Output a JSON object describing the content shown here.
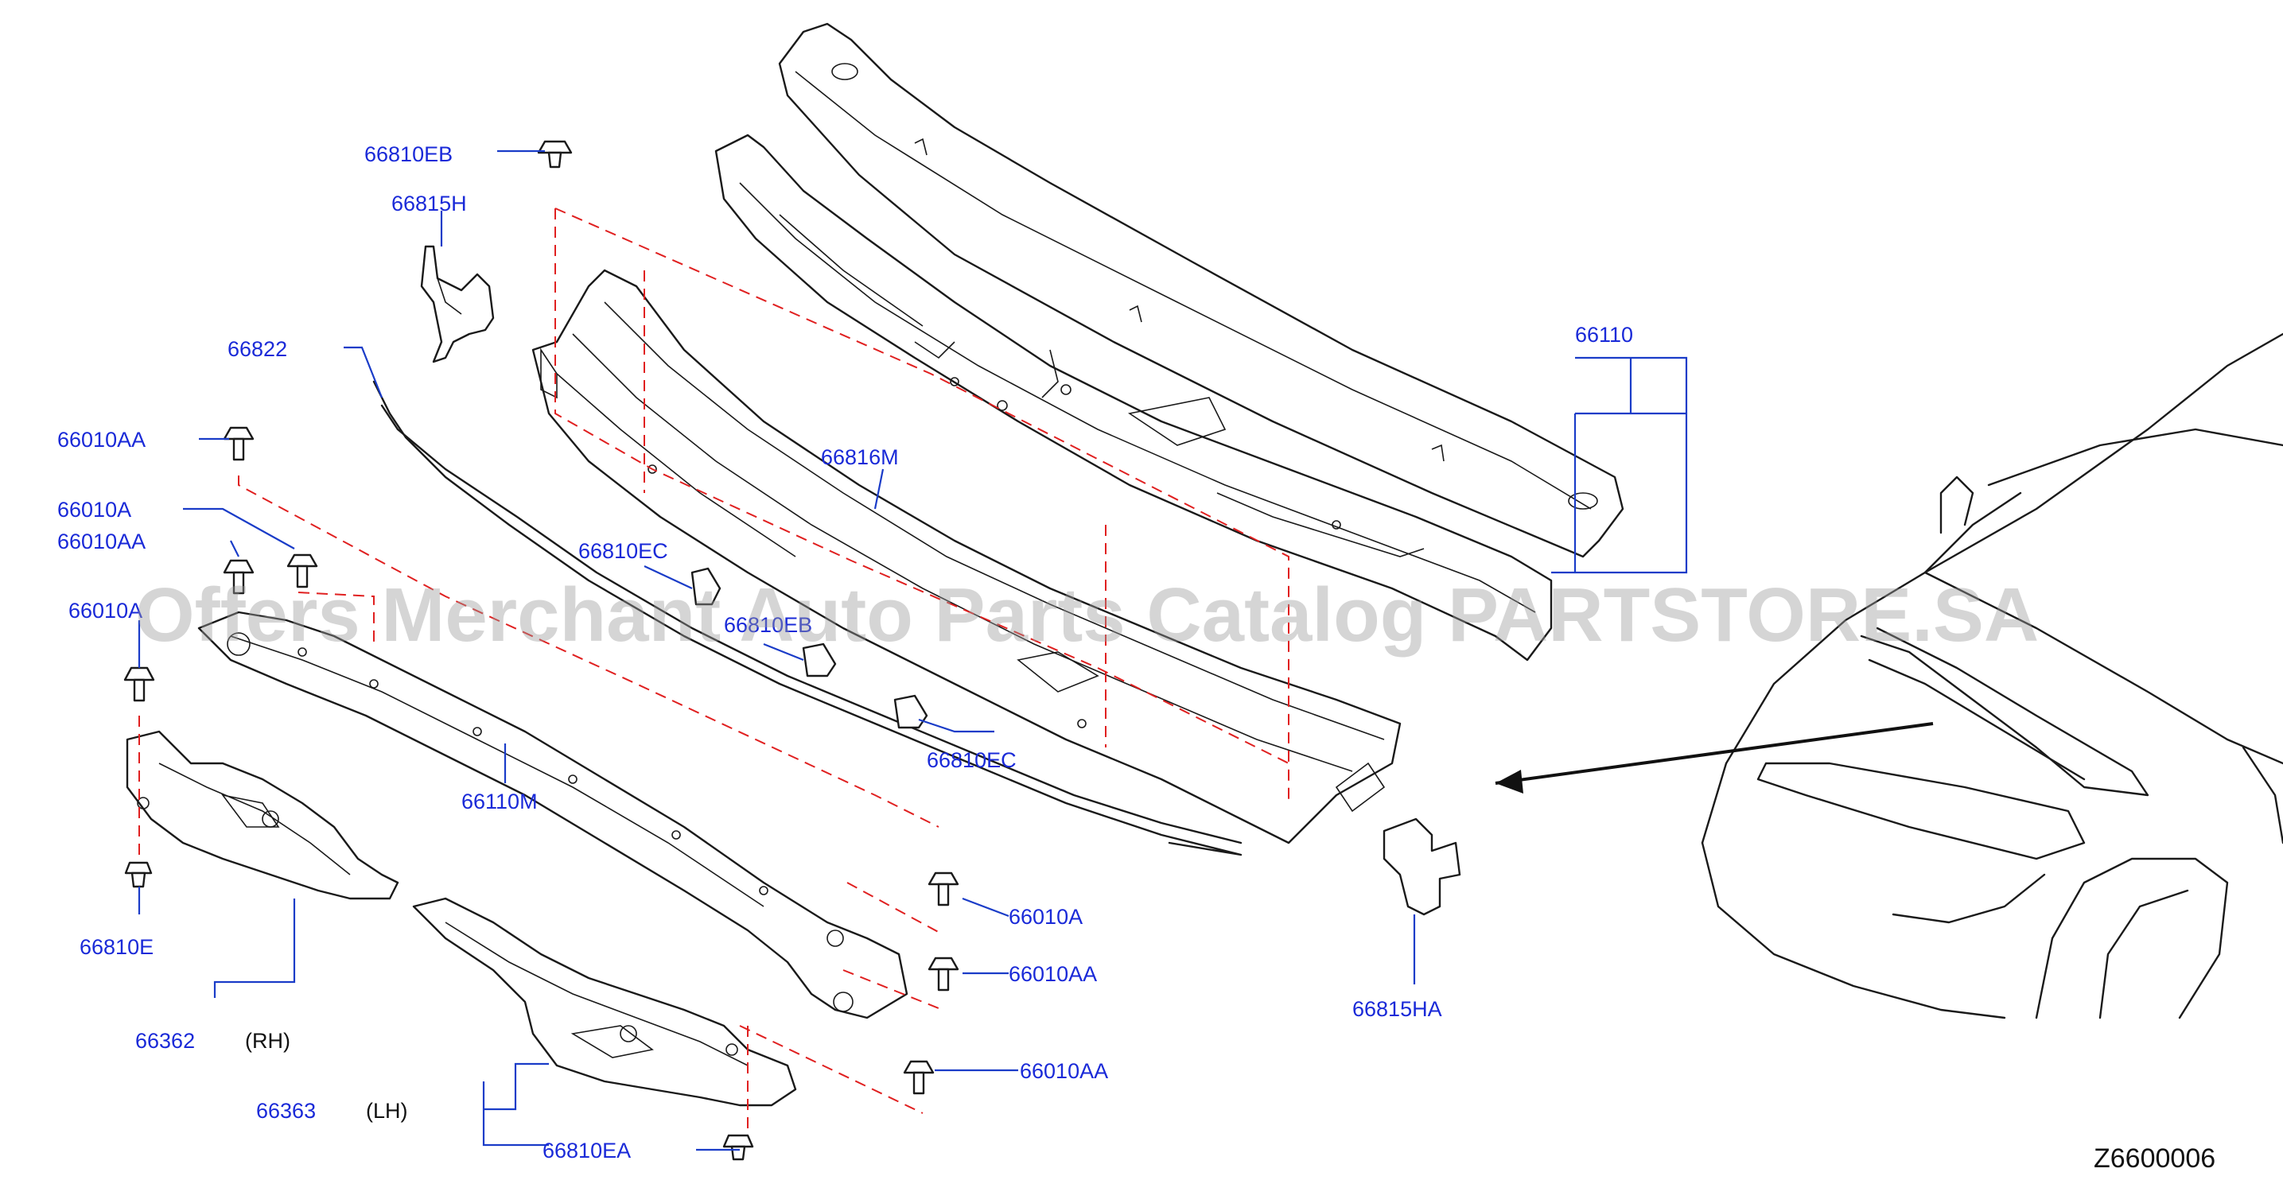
{
  "watermark": "Offers Merchant Auto Parts Catalog PARTSTORE.SA",
  "diagram_code": "Z6600006",
  "parts": {
    "p66810EB": "66810EB",
    "p66815H": "66815H",
    "p66822": "66822",
    "p66010AA_1": "66010AA",
    "p66010A_1": "66010A",
    "p66010AA_2": "66010AA",
    "p66010A_2": "66010A",
    "p66810EC_1": "66810EC",
    "p66810EB_2": "66810EB",
    "p66816M": "66816M",
    "p66110": "66110",
    "p66110M": "66110M",
    "p66810EC_2": "66810EC",
    "p66810E": "66810E",
    "p66362": "66362",
    "p66363": "66363",
    "p66010A_3": "66010A",
    "p66010AA_3": "66010AA",
    "p66010AA_4": "66010AA",
    "p66810EA": "66810EA",
    "p66815HA": "66815HA"
  },
  "sides": {
    "rh": "(RH)",
    "lh": "(LH)"
  },
  "colors": {
    "label": "#1a2ad8",
    "dashed_guide": "#e02020",
    "outline": "#1a1a1a"
  }
}
